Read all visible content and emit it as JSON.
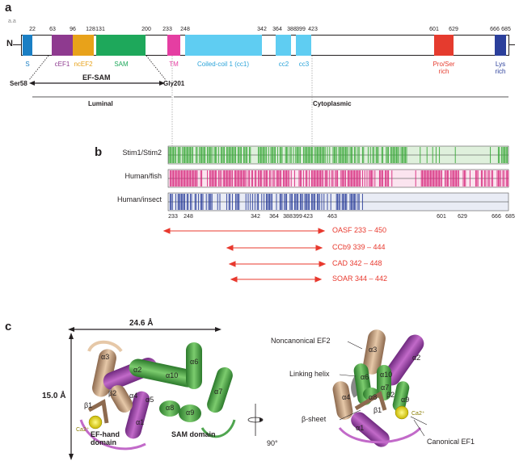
{
  "panels": {
    "a": "a",
    "b": "b",
    "c": "c"
  },
  "panel_a": {
    "n_terminus": "N",
    "aa_label": "a.a",
    "ticks": [
      "22",
      "63",
      "96",
      "128",
      "131",
      "200",
      "233",
      "248",
      "342",
      "364",
      "388",
      "399",
      "423",
      "601",
      "629",
      "666",
      "685"
    ],
    "domains": [
      {
        "name": "S",
        "color": "#1a7fc4",
        "label_color": "#1a7fc4"
      },
      {
        "name": "cEF1",
        "color": "#8e3a8f",
        "label_color": "#8e3a8f"
      },
      {
        "name": "ncEF2",
        "color": "#e8a21a",
        "label_color": "#e8a21a"
      },
      {
        "name": "SAM",
        "color": "#1ea85b",
        "label_color": "#1ea85b"
      },
      {
        "name": "TM",
        "color": "#e53ea2",
        "label_color": "#e53ea2"
      },
      {
        "name": "Coiled-coil 1 (cc1)",
        "color": "#5fcdf2",
        "label_color": "#2aa3d9"
      },
      {
        "name": "cc2",
        "color": "#5fcdf2",
        "label_color": "#2aa3d9"
      },
      {
        "name": "cc3",
        "color": "#5fcdf2",
        "label_color": "#2aa3d9"
      },
      {
        "name": "Pro/Ser rich",
        "color": "#e53b2e",
        "label_color": "#e53b2e"
      },
      {
        "name": "Lys rich",
        "color": "#2b3f9b",
        "label_color": "#2b3f9b"
      }
    ],
    "ef_sam_label": "EF-SAM",
    "ser58": "Ser58",
    "gly201": "Gly201",
    "luminal": "Luminal",
    "cytoplasmic": "Cytoplasmic"
  },
  "panel_b": {
    "rows": [
      {
        "label": "Stim1/Stim2",
        "color": "#3aa83a"
      },
      {
        "label": "Human/fish",
        "color": "#d6277c"
      },
      {
        "label": "Human/insect",
        "color": "#2b3f9b"
      }
    ],
    "ticks": [
      "233",
      "248",
      "342",
      "364",
      "388",
      "399",
      "423",
      "463",
      "601",
      "629",
      "666",
      "685"
    ],
    "fragments": [
      {
        "label": "OASF 233 – 450"
      },
      {
        "label": "CCb9 339 – 444"
      },
      {
        "label": "CAD 342 – 448"
      },
      {
        "label": "SOAR 344 – 442"
      }
    ],
    "arrow_color": "#e8392e"
  },
  "panel_c": {
    "width_dim": "24.6 Å",
    "height_dim": "15.0 Å",
    "rotation": "90°",
    "left_labels": {
      "ef_hand": "EF-hand\ndomain",
      "sam": "SAM domain",
      "ca": "Ca2⁺",
      "helices": [
        "α3",
        "α2",
        "α10",
        "α6",
        "α4",
        "α5",
        "α8",
        "α9",
        "α7",
        "α1",
        "β1",
        "β2"
      ]
    },
    "right_labels": {
      "noncanonical": "Noncanonical EF2",
      "linking": "Linking helix",
      "beta_sheet": "β-sheet",
      "canonical": "Canonical EF1",
      "ca": "Ca2⁺",
      "helices": [
        "α3",
        "α2",
        "α6",
        "α10",
        "α7",
        "α4",
        "α8",
        "β2",
        "α9",
        "β1",
        "α1"
      ]
    }
  }
}
